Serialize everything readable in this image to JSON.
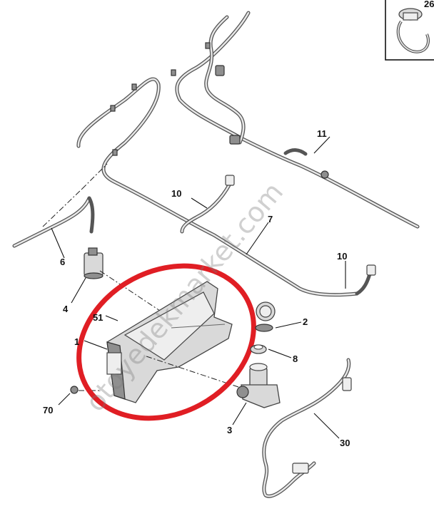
{
  "callouts": {
    "c26": "26",
    "c11": "11",
    "c10a": "10",
    "c10b": "10",
    "c7": "7",
    "c6": "6",
    "c4": "4",
    "c51": "51",
    "c1": "1",
    "c2": "2",
    "c8": "8",
    "c70": "70",
    "c3": "3",
    "c30": "30"
  },
  "watermark": "otoyedekmarket.com",
  "colors": {
    "highlight": "#e01e24",
    "line": "#333333",
    "part": "#d9d9d9"
  }
}
